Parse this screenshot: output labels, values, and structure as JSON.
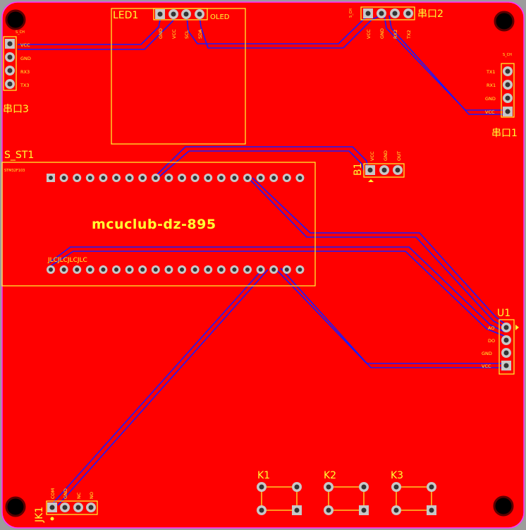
{
  "board": {
    "title_text": "mcuclub-dz-895",
    "substrate_color": "#ff0000",
    "silk_color": "#ffff33",
    "trace_color": "#1a1aff",
    "edge_color": "#ff33ff",
    "pad_color": "#c8c8c8"
  },
  "components": {
    "led1": {
      "ref": "LED1",
      "label": "OLED",
      "pins": [
        "GND",
        "VCC",
        "SCL",
        "SDA"
      ]
    },
    "uart2": {
      "ref": "串口2",
      "header": "S_CH",
      "pins": [
        "VCC",
        "GND",
        "RX2",
        "TX2"
      ]
    },
    "uart3": {
      "ref": "串口3",
      "header": "S_CH",
      "pins": [
        "VCC",
        "GND",
        "RX3",
        "TX3"
      ]
    },
    "uart1": {
      "ref": "串口1",
      "header": "S_CH",
      "pins": [
        "TX1",
        "RX1",
        "GND",
        "VCC"
      ]
    },
    "b1": {
      "ref": "B1",
      "pins": [
        "VCC",
        "GND",
        "OUT"
      ]
    },
    "sst1": {
      "ref": "S_ST1",
      "sub": "STM32F103",
      "sub2": "JLCJLCJLCJLC"
    },
    "u1": {
      "ref": "U1",
      "pins": [
        "AO",
        "DO",
        "GND",
        "VCC"
      ]
    },
    "jk1": {
      "ref": "JK1",
      "pins": [
        "COM",
        "GND",
        "NC",
        "NO"
      ]
    },
    "k1": {
      "ref": "K1"
    },
    "k2": {
      "ref": "K2"
    },
    "k3": {
      "ref": "K3"
    }
  }
}
